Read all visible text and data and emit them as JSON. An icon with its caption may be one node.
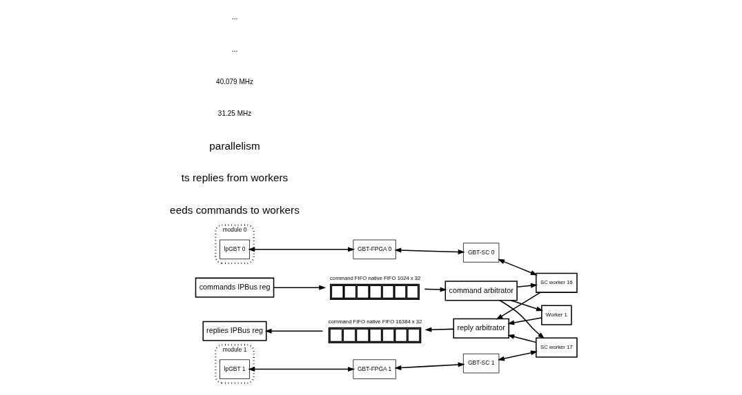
{
  "diagram": {
    "nodes": [
      {
        "text": [
          "commands IPBus reg"
        ]
      },
      {
        "text": [
          "command FIFO native FIFO 1024 x 32"
        ]
      },
      {
        "text": [
          "command arbitrator"
        ]
      },
      {
        "text": [
          "replies IPBus reg"
        ]
      },
      {
        "text": [
          "command FIFO native FIFO 16384 x 32"
        ]
      },
      {
        "text": [
          "reply arbitrator"
        ]
      },
      {
        "text": [
          "module 0"
        ]
      },
      {
        "text": [
          "lpGBT 0"
        ],
        "in": 6
      },
      {
        "text": [
          "module 1"
        ]
      },
      {
        "text": [
          "lpGBT 1"
        ],
        "in": 8
      },
      {
        "text": [
          "GBT-FPGA 0"
        ]
      },
      {
        "text": [
          "GBT-FPGA 1"
        ]
      },
      {
        "text": [
          "GBT-SC 0"
        ]
      },
      {
        "text": [
          "GBT-SC 1"
        ]
      },
      {
        "text": [
          "Worker 1"
        ]
      },
      {
        "text": [
          "SC worker 16"
        ]
      },
      {
        "text": [
          "SC worker 17"
        ]
      }
    ],
    "edges": [
      {
        "from": 0,
        "to": 1,
        "arrow": "to"
      },
      {
        "from": 1,
        "to": 2,
        "arrow": "to"
      },
      {
        "from": 2,
        "to": 14,
        "arrow": "to"
      },
      {
        "from": 2,
        "to": 15,
        "arrow": "to"
      },
      {
        "from": 2,
        "to": 16,
        "arrow": "to"
      },
      {
        "from": 7,
        "to": 10,
        "arrow": "both"
      },
      {
        "from": 9,
        "to": 11,
        "arrow": "both"
      },
      {
        "from": 10,
        "to": 12,
        "arrow": "both"
      },
      {
        "from": 11,
        "to": 13,
        "arrow": "both"
      },
      {
        "from": 12,
        "to": 15,
        "arrow": "both"
      },
      {
        "from": 13,
        "to": 16,
        "arrow": "both"
      },
      {
        "from": 14,
        "to": 5,
        "arrow": "to"
      },
      {
        "from": 15,
        "to": 5,
        "arrow": "to"
      },
      {
        "from": 16,
        "to": 5,
        "arrow": "to"
      },
      {
        "from": 5,
        "to": 4,
        "arrow": "to"
      },
      {
        "from": 4,
        "to": 3,
        "arrow": "to"
      }
    ],
    "labels": [
      "eeds commands to workers",
      "ts replies from workers",
      "parallelism",
      "31.25 MHz",
      "40.079 MHz",
      "...",
      "..."
    ]
  }
}
